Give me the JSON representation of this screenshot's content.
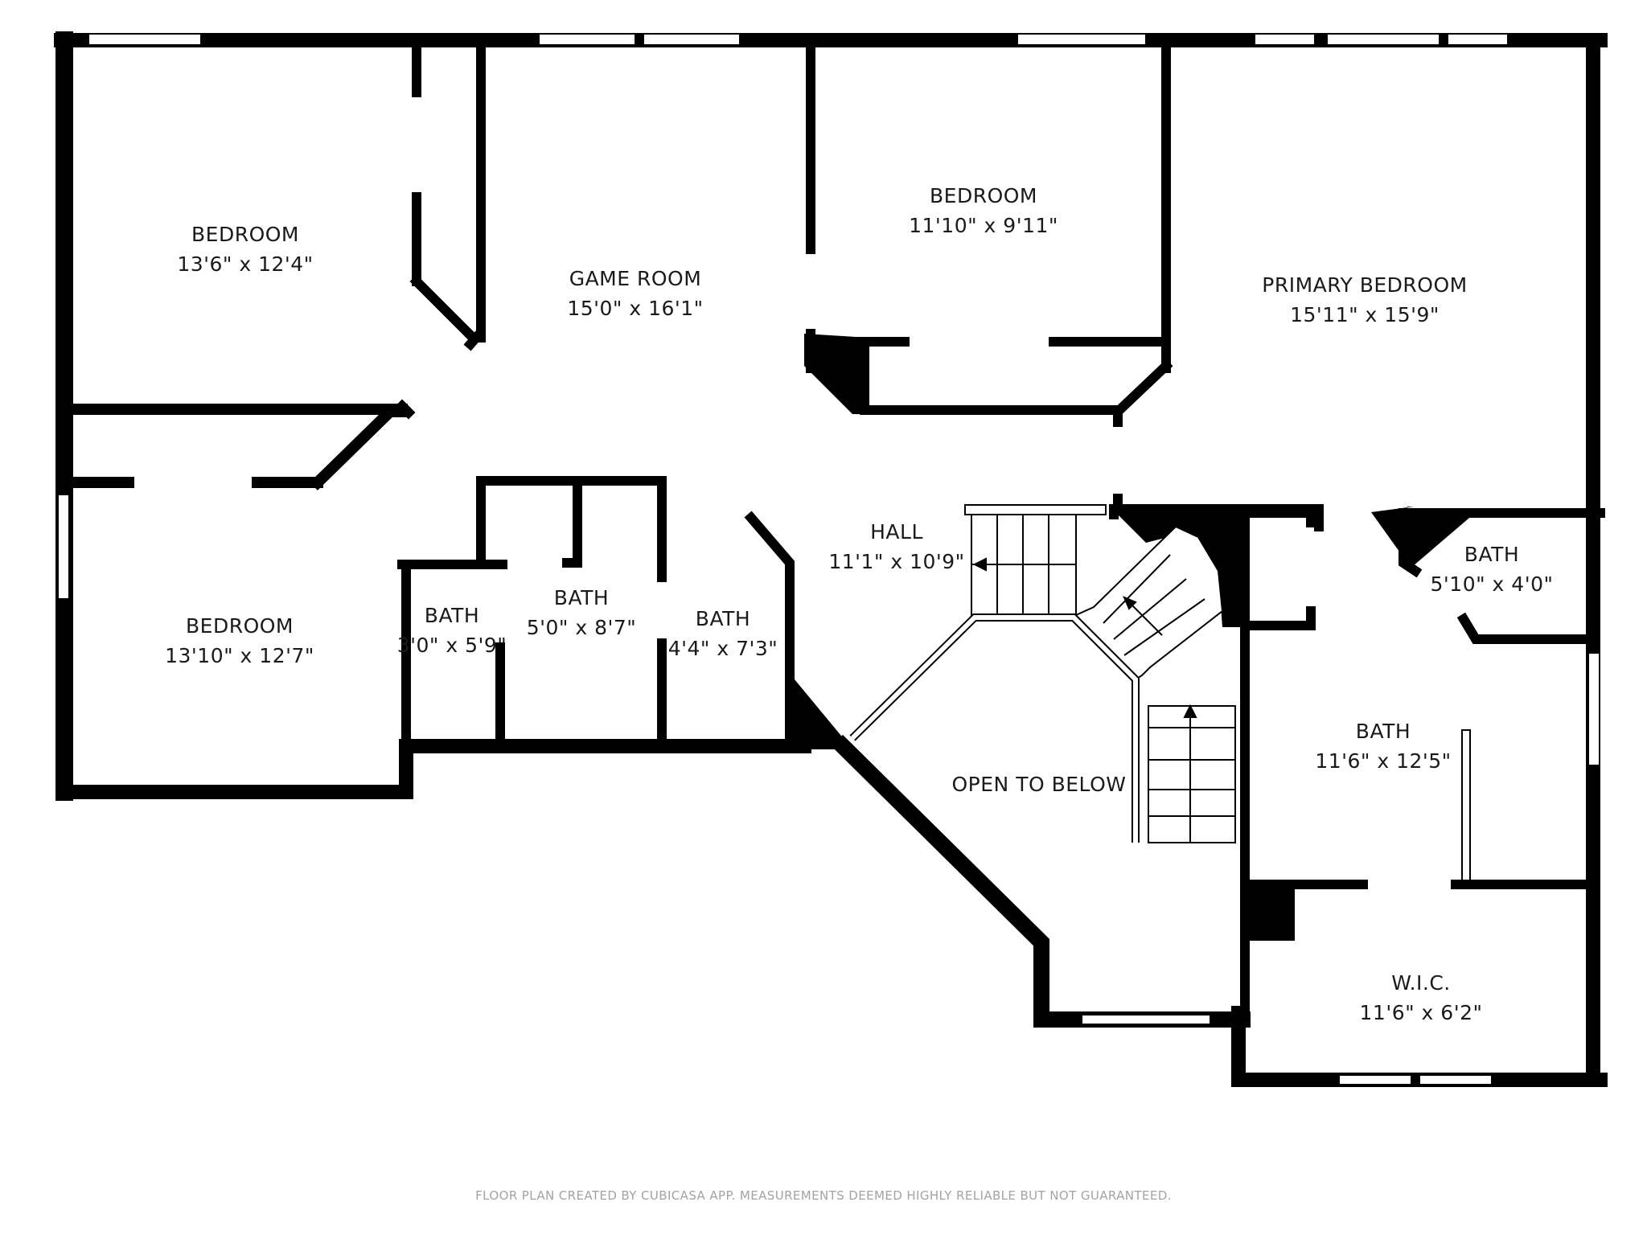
{
  "rooms": [
    {
      "id": "bedroom-nw",
      "name": "BEDROOM",
      "size": "13'6\" x 12'4\""
    },
    {
      "id": "game-room",
      "name": "GAME ROOM",
      "size": "15'0\" x 16'1\""
    },
    {
      "id": "bedroom-n",
      "name": "BEDROOM",
      "size": "11'10\" x 9'11\""
    },
    {
      "id": "primary-bedroom",
      "name": "PRIMARY BEDROOM",
      "size": "15'11\" x 15'9\""
    },
    {
      "id": "bedroom-w",
      "name": "BEDROOM",
      "size": "13'10\" x 12'7\""
    },
    {
      "id": "bath-small",
      "name": "BATH",
      "size": "3'0\" x 5'9\""
    },
    {
      "id": "bath-mid",
      "name": "BATH",
      "size": "5'0\" x 8'7\""
    },
    {
      "id": "bath-right",
      "name": "BATH",
      "size": "4'4\" x 7'3\""
    },
    {
      "id": "hall",
      "name": "HALL",
      "size": "11'1\" x 10'9\""
    },
    {
      "id": "bath-corner",
      "name": "BATH",
      "size": "5'10\" x 4'0\""
    },
    {
      "id": "open-to-below",
      "name": "OPEN TO BELOW",
      "size": ""
    },
    {
      "id": "primary-bath",
      "name": "BATH",
      "size": "11'6\" x 12'5\""
    },
    {
      "id": "wic",
      "name": "W.I.C.",
      "size": "11'6\" x 6'2\""
    }
  ],
  "footer": {
    "disclaimer": "FLOOR PLAN CREATED BY CUBICASA APP. MEASUREMENTS DEEMED HIGHLY RELIABLE BUT NOT GUARANTEED."
  },
  "colors": {
    "wall": "#000000",
    "background": "#ffffff",
    "label": "#1a1a1a",
    "disclaimer": "#a3a3a3"
  }
}
